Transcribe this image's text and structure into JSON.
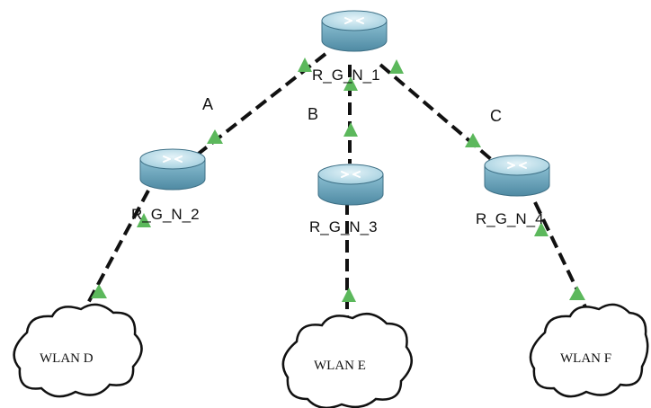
{
  "topology": {
    "routers": {
      "r1": "R_G_N_1",
      "r2": "R_G_N_2",
      "r3": "R_G_N_3",
      "r4": "R_G_N_4"
    },
    "links": {
      "a": "A",
      "b": "B",
      "c": "C"
    },
    "clouds": {
      "d": "WLAN D",
      "e": "WLAN E",
      "f": "WLAN F"
    }
  },
  "colors": {
    "link_line": "#111111",
    "link_indicator": "#5cb85c",
    "router_body": "#7fb4c8",
    "router_top": "#bfe0ec",
    "cloud_outline": "#111111"
  }
}
